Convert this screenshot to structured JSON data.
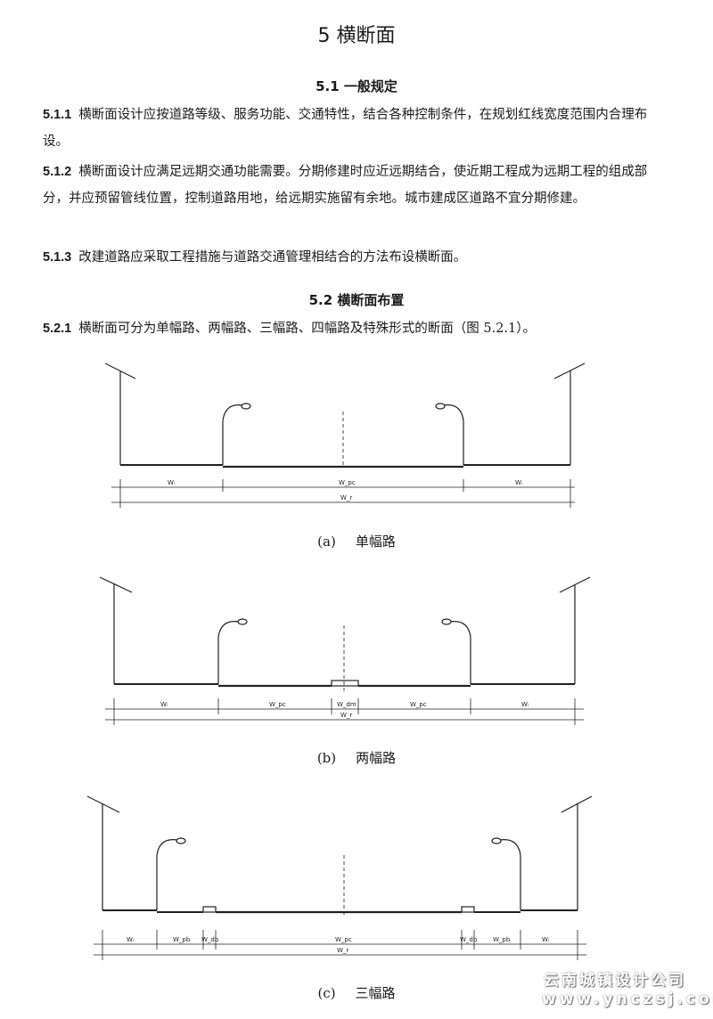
{
  "title": "5  横断面",
  "sections": {
    "s51": "5.1  一般规定",
    "s52": "5.2  横断面布置"
  },
  "paragraphs": [
    {
      "num": "5.1.1",
      "text": "横断面设计应按道路等级、服务功能、交通特性，结合各种控制条件，在规划红线宽度范围内合理布设。"
    },
    {
      "num": "5.1.2",
      "text": "横断面设计应满足远期交通功能需要。分期修建时应近远期结合，使近期工程成为远期工程的组成部分，并应预留管线位置，控制道路用地，给远期实施留有余地。城市建成区道路不宜分期修建。"
    },
    {
      "num": "5.1.3",
      "text": "改建道路应采取工程措施与道路交通管理相结合的方法布设横断面。"
    },
    {
      "num": "5.2.1",
      "text": "横断面可分为单幅路、两幅路、三幅路、四幅路及特殊形式的断面（图 5.2.1）。"
    }
  ],
  "figures": [
    {
      "tag": "(a)",
      "name": "单幅路",
      "labels": [
        "Wᵢ",
        "W_pc",
        "Wᵢ",
        "W_r"
      ]
    },
    {
      "tag": "(b)",
      "name": "两幅路",
      "labels": [
        "Wᵢ",
        "W_pc",
        "W_dm",
        "W_pc",
        "Wᵢ",
        "W_r"
      ]
    },
    {
      "tag": "(c)",
      "name": "三幅路",
      "labels": [
        "Wᵢ",
        "W_pb",
        "W_db",
        "W_pc",
        "W_db",
        "W_pb",
        "Wᵢ",
        "W_r"
      ]
    }
  ],
  "watermark": {
    "line1": "云南城镇设计公司",
    "line2": "www.ynczsj.com"
  }
}
